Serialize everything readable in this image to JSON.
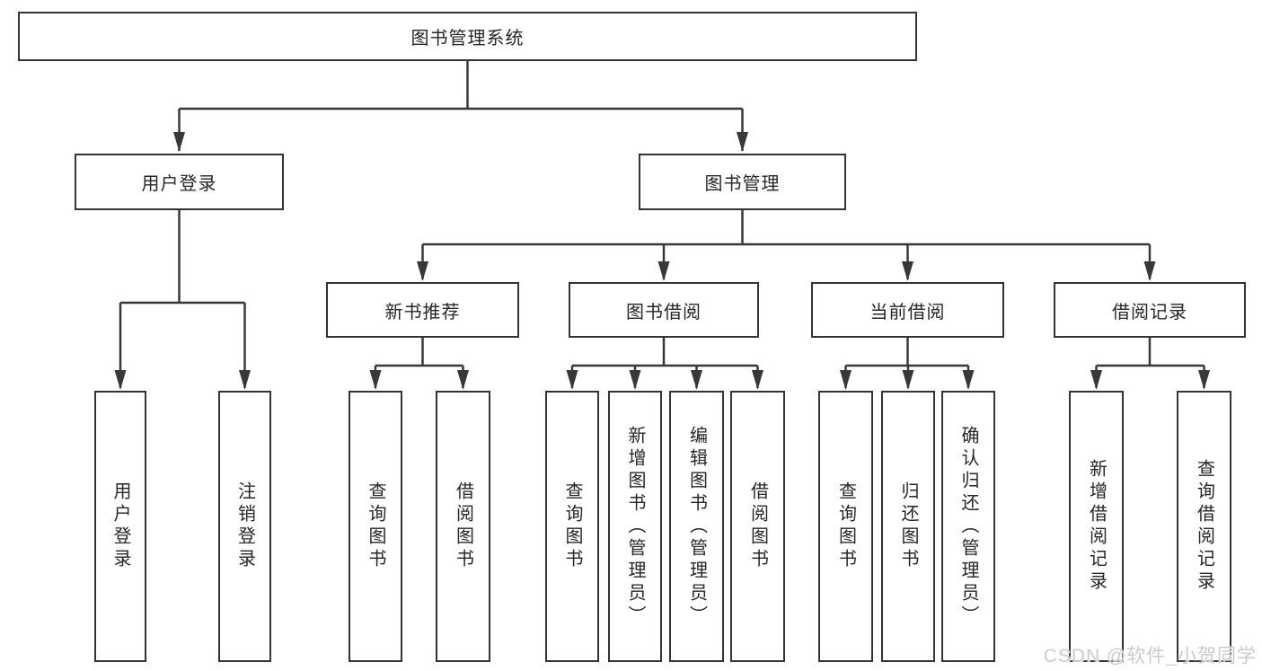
{
  "diagram": {
    "title": "图书管理系统",
    "root": {
      "label": "图书管理系统"
    },
    "level2": [
      {
        "label": "用户登录"
      },
      {
        "label": "图书管理"
      }
    ],
    "level3": [
      {
        "label": "新书推荐"
      },
      {
        "label": "图书借阅"
      },
      {
        "label": "当前借阅"
      },
      {
        "label": "借阅记录"
      }
    ],
    "leaves": [
      {
        "label": "用户登录",
        "parent": "用户登录"
      },
      {
        "label": "注销登录",
        "parent": "用户登录"
      },
      {
        "label": "查询图书",
        "parent": "新书推荐"
      },
      {
        "label": "借阅图书",
        "parent": "新书推荐"
      },
      {
        "label": "查询图书",
        "parent": "图书借阅"
      },
      {
        "label": "新增图书（管理员）",
        "parent": "图书借阅"
      },
      {
        "label": "编辑图书（管理员）",
        "parent": "图书借阅"
      },
      {
        "label": "借阅图书",
        "parent": "图书借阅"
      },
      {
        "label": "查询图书",
        "parent": "当前借阅"
      },
      {
        "label": "归还图书",
        "parent": "当前借阅"
      },
      {
        "label": "确认归还（管理员）",
        "parent": "当前借阅"
      },
      {
        "label": "新增借阅记录",
        "parent": "借阅记录"
      },
      {
        "label": "查询借阅记录",
        "parent": "借阅记录"
      }
    ],
    "colors": {
      "line": "#383838",
      "box_border": "#333333",
      "box_fill": "#ffffff",
      "text": "#262626",
      "watermark": "#cbcbcb"
    }
  },
  "watermark": {
    "text": "CSDN @软件_小贺同学"
  }
}
